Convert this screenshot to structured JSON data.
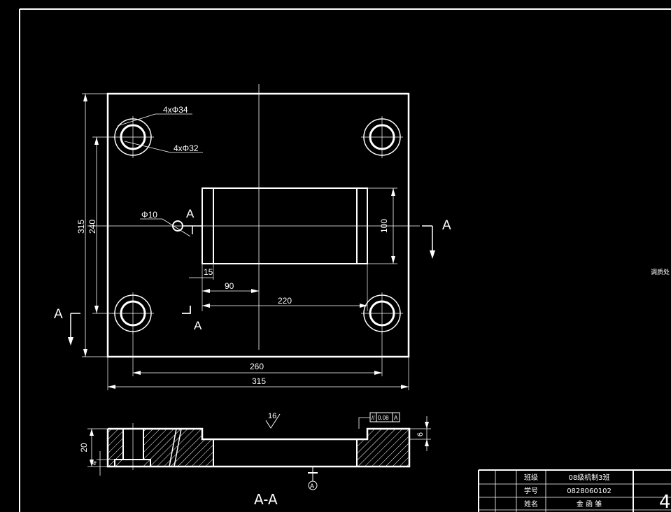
{
  "callouts": {
    "holes_large": "4xΦ34",
    "holes_small": "4xΦ32",
    "pin_hole": "Φ10"
  },
  "section_mark": "A",
  "side_note": "调质处",
  "dimensions": {
    "height_overall": "315",
    "height_holes": "240",
    "slot_height": "100",
    "slot_offset": "15",
    "slot_to_center": "90",
    "slot_length": "220",
    "holes_spacing": "260",
    "width_overall": "315",
    "thickness": "20",
    "step_depth": "4",
    "recess_depth": "6"
  },
  "section": {
    "title": "A-A",
    "roughness": "16",
    "tolerance_value": "0.08",
    "datum": "A",
    "datum_mark": "A"
  },
  "title_block": {
    "rows": [
      {
        "label": "班级",
        "value": "08级机制3班"
      },
      {
        "label": "学号",
        "value": "0828060102"
      },
      {
        "label": "姓名",
        "value": "金 函 雏"
      }
    ],
    "sheet_char": "4"
  }
}
